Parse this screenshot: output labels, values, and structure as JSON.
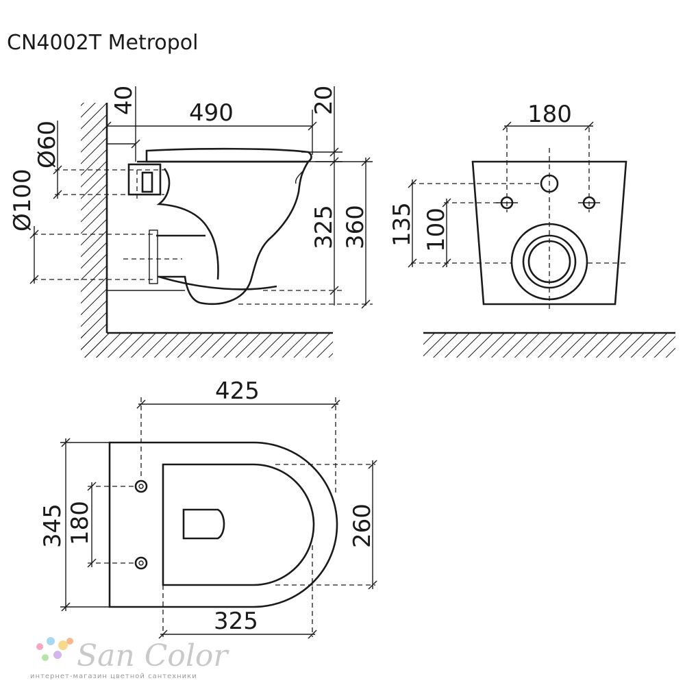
{
  "title": "CN4002T Metropol",
  "side_view": {
    "dim_40": "40",
    "dim_490": "490",
    "dim_20": "20",
    "dim_d60": "Ø60",
    "dim_d100": "Ø100",
    "dim_325": "325",
    "dim_360": "360"
  },
  "front_view": {
    "dim_180": "180",
    "dim_135": "135",
    "dim_100": "100"
  },
  "top_view": {
    "dim_425": "425",
    "dim_345": "345",
    "dim_180": "180",
    "dim_260": "260",
    "dim_325": "325"
  },
  "watermark": {
    "brand": "San Color",
    "tagline": "интернет-магазин цветной сантехники",
    "dot_colors": [
      "#f4a6c4",
      "#a8d8f0",
      "#f7d98b",
      "#b7e3a6",
      "#d4b5ee",
      "#f7b68e"
    ]
  }
}
